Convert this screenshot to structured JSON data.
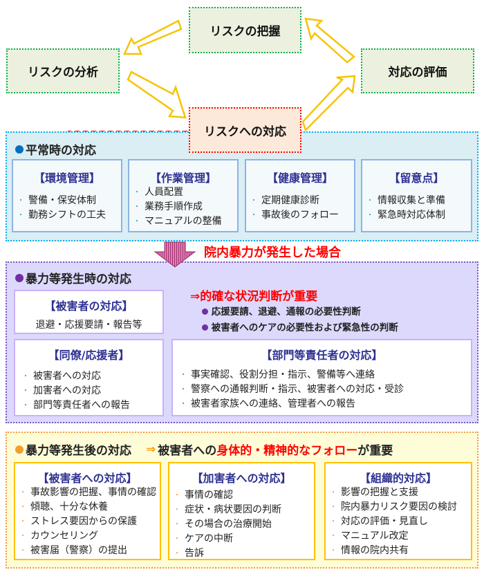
{
  "cycle": {
    "grasp": "リスクの把握",
    "analysis": "リスクの分析",
    "evaluation": "対応の評価",
    "response": "リスクへの対応"
  },
  "normal": {
    "title": "平常時の対応",
    "boxes": [
      {
        "title": "【環境管理】",
        "items": [
          "警備・保安体制",
          "勤務シフトの工夫"
        ]
      },
      {
        "title": "【作業管理】",
        "items": [
          "人員配置",
          "業務手順作成",
          "マニュアルの整備"
        ]
      },
      {
        "title": "【健康管理】",
        "items": [
          "定期健康診断",
          "事故後のフォロー"
        ]
      },
      {
        "title": "【留意点】",
        "items": [
          "情報収集と準備",
          "緊急時対応体制"
        ]
      }
    ]
  },
  "trigger": "院内暴力が発生した場合",
  "during": {
    "title": "暴力等発生時の対応",
    "victim": {
      "title": "【被害者の対応】",
      "text": "退避・応援要請・報告等"
    },
    "key": "⇒的確な状況判断が重要",
    "key_points": [
      "応援要請、退避、通報の必要性判断",
      "被害者へのケアの必要性および緊急性の判断"
    ],
    "colleague": {
      "title": "【同僚/応援者】",
      "items": [
        "被害者への対応",
        "加害者への対応",
        "部門等責任者への報告"
      ]
    },
    "manager": {
      "title": "【部門等責任者の対応】",
      "items": [
        "事実確認、役割分担・指示、警備等へ連絡",
        "警察への通報判断・指示、被害者への対応・受診",
        "被害者家族への連絡、管理者への報告"
      ]
    }
  },
  "after": {
    "title": "暴力等発生後の対応",
    "arrow": "⇒",
    "msg_a": "被害者への",
    "msg_b": "身体的・精神的なフォロー",
    "msg_c": "が重要",
    "boxes": [
      {
        "title": "【被害者への対応】",
        "items": [
          "事故影響の把握、事情の確認",
          "傾聴、十分な休養",
          "ストレス要因からの保護",
          "カウンセリング",
          "被害届（警察）の提出"
        ]
      },
      {
        "title": "【加害者への対応】",
        "items": [
          "事情の確認",
          "症状・病状要因の判断",
          "その場合の治療開始",
          "ケアの中断",
          "告訴"
        ]
      },
      {
        "title": "【組織的対応】",
        "items": [
          "影響の把握と支援",
          "院内暴力リスク要因の検討",
          "対応の評価・見直し",
          "マニュアル改定",
          "情報の院内共有"
        ]
      }
    ]
  }
}
